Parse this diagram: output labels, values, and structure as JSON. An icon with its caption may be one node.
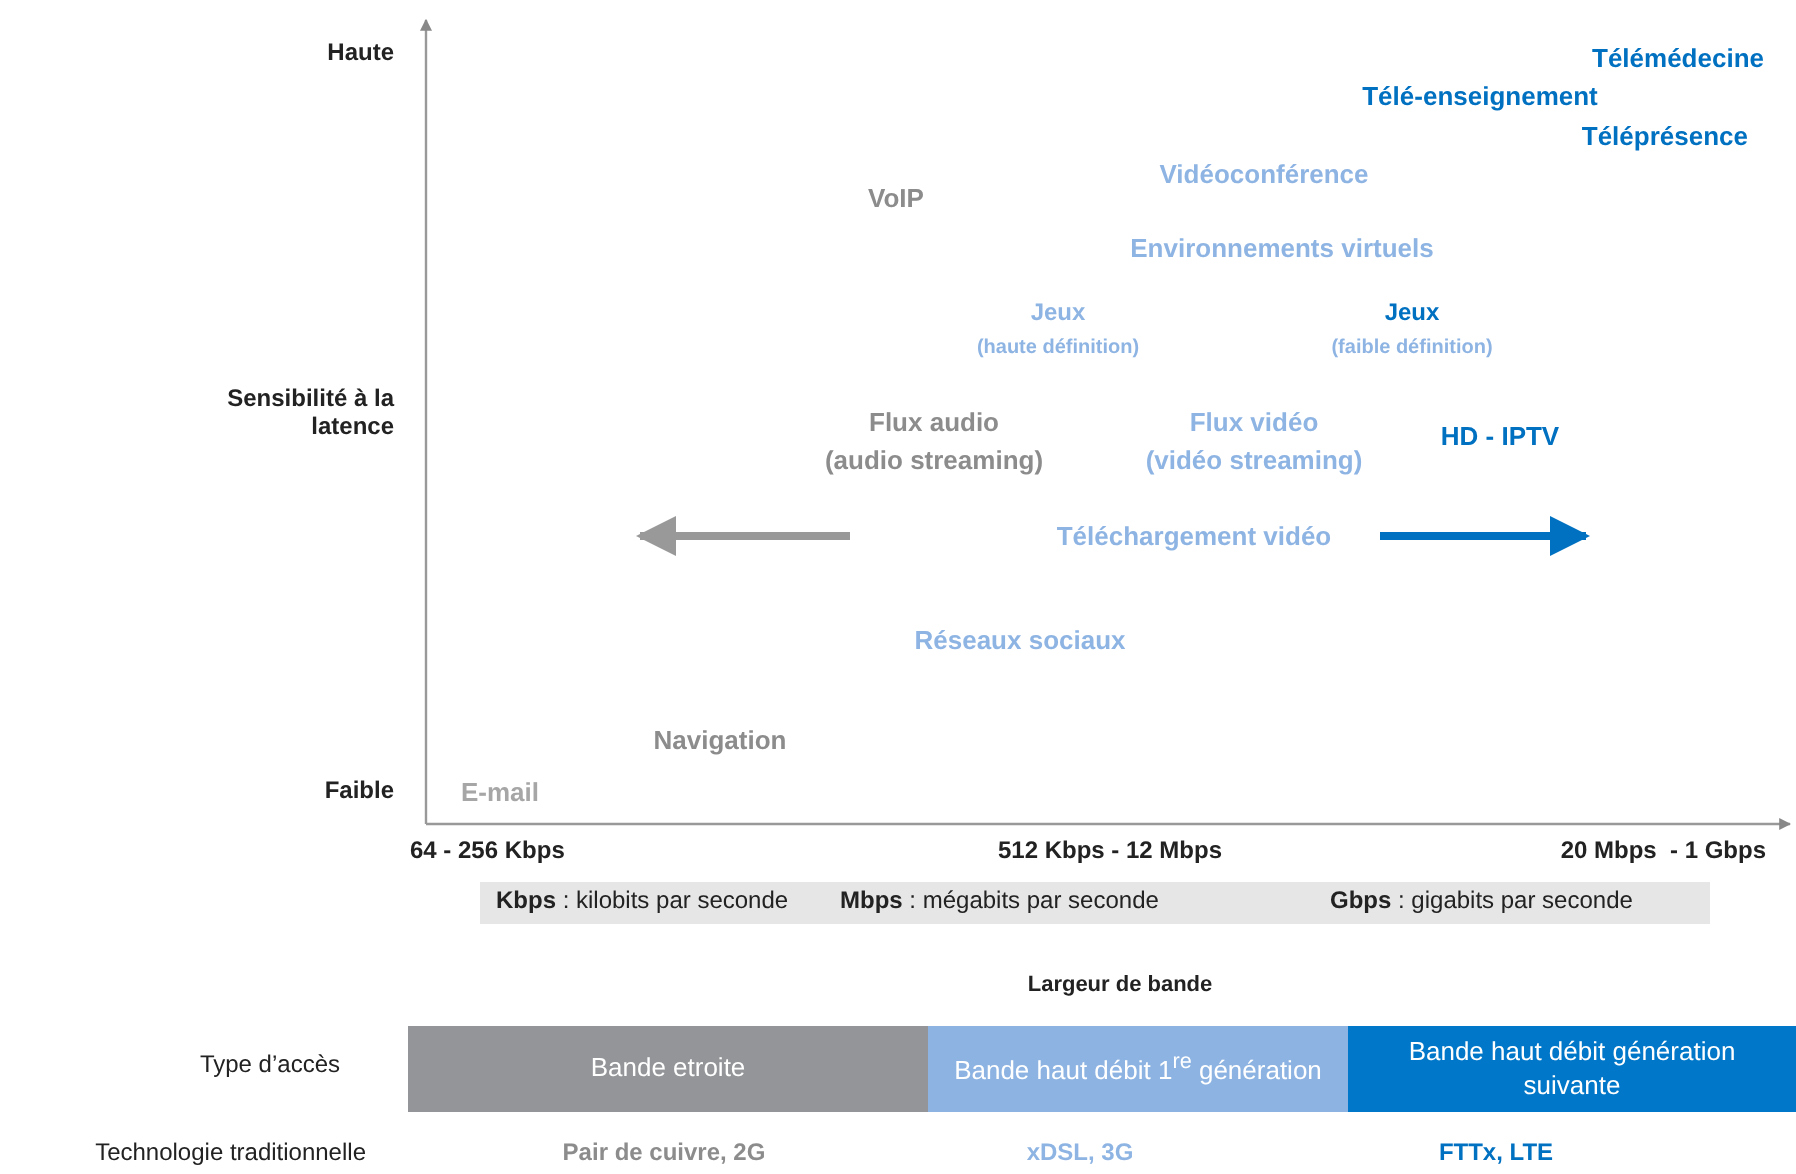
{
  "diagram": {
    "nodes": [
      {
        "text": [
          "Bande etroite"
        ]
      },
      {
        "text": [
          "Bande haut débit 1$^{re}$ génération"
        ]
      },
      {
        "text": [
          "Bande haut débit génération suivante"
        ]
      }
    ],
    "labels": [
      "Haute",
      "Sensibilité à la latence",
      "Faible",
      "Télémédecine",
      "Télé-enseignement",
      "Téléprésence",
      "Vidéoconférence",
      "VoIP",
      "Environnements virtuels",
      "Jeux",
      "(haute définition)",
      "Jeux",
      "(faible définition)",
      "Flux audio",
      "(audio streaming)",
      "Flux vidéo",
      "(vidéo streaming)",
      "HD - IPTV",
      "Téléchargement vidéo",
      "Réseaux sociaux",
      "Navigation",
      "E-mail",
      "64 - 256 Kbps",
      "512 Kbps - 12 Mbps",
      "20 Mbps  - 1 Gbps",
      "**Kbps** : kilobits par seconde",
      "**Mbps** : mégabits par seconde",
      "**Gbps** : gigabits par seconde",
      "Largeur de bande",
      "Type d’accès",
      "Technologie traditionnelle",
      "Pair de cuivre, 2G",
      "xDSL, 3G",
      "FTTx, LTE"
    ]
  }
}
